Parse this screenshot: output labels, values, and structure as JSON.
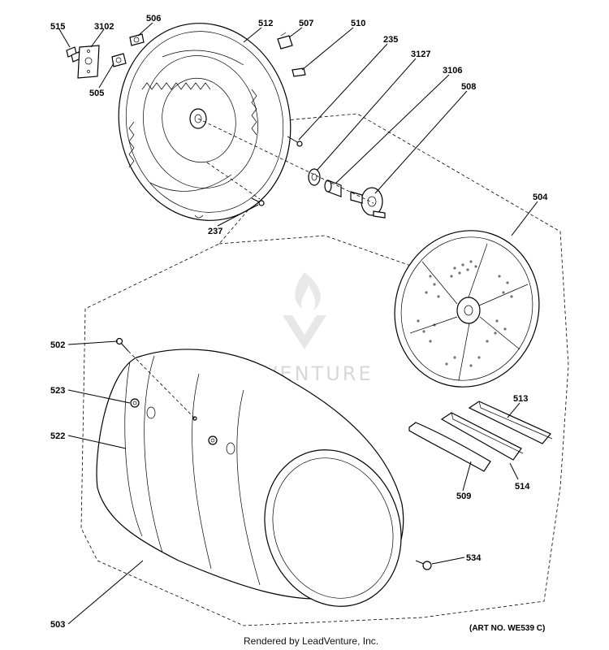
{
  "labels": {
    "p515": "515",
    "p3102": "3102",
    "p506": "506",
    "p512": "512",
    "p507": "507",
    "p510": "510",
    "p235": "235",
    "p3127": "3127",
    "p3106": "3106",
    "p508": "508",
    "p505": "505",
    "p504": "504",
    "p237": "237",
    "p502": "502",
    "p523": "523",
    "p522": "522",
    "p513": "513",
    "p514": "514",
    "p509": "509",
    "p534": "534",
    "p503": "503"
  },
  "watermark": "LEADVENTURE",
  "art_number": "(ART NO. WE539 C)",
  "footer": "Rendered by LeadVenture, Inc."
}
